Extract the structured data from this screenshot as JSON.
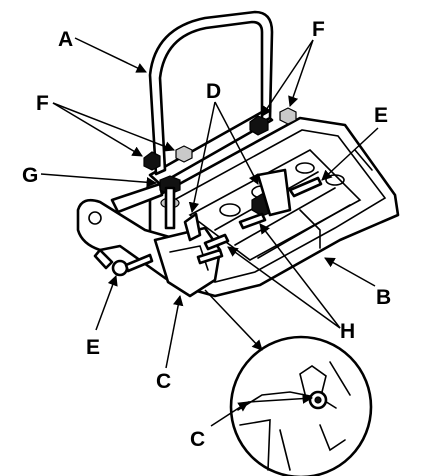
{
  "labels": {
    "A": "A",
    "B": "B",
    "C_main": "C",
    "C_detail": "C",
    "D": "D",
    "E_left": "E",
    "E_right": "E",
    "F_left": "F",
    "F_right": "F",
    "G": "G",
    "H": "H"
  }
}
